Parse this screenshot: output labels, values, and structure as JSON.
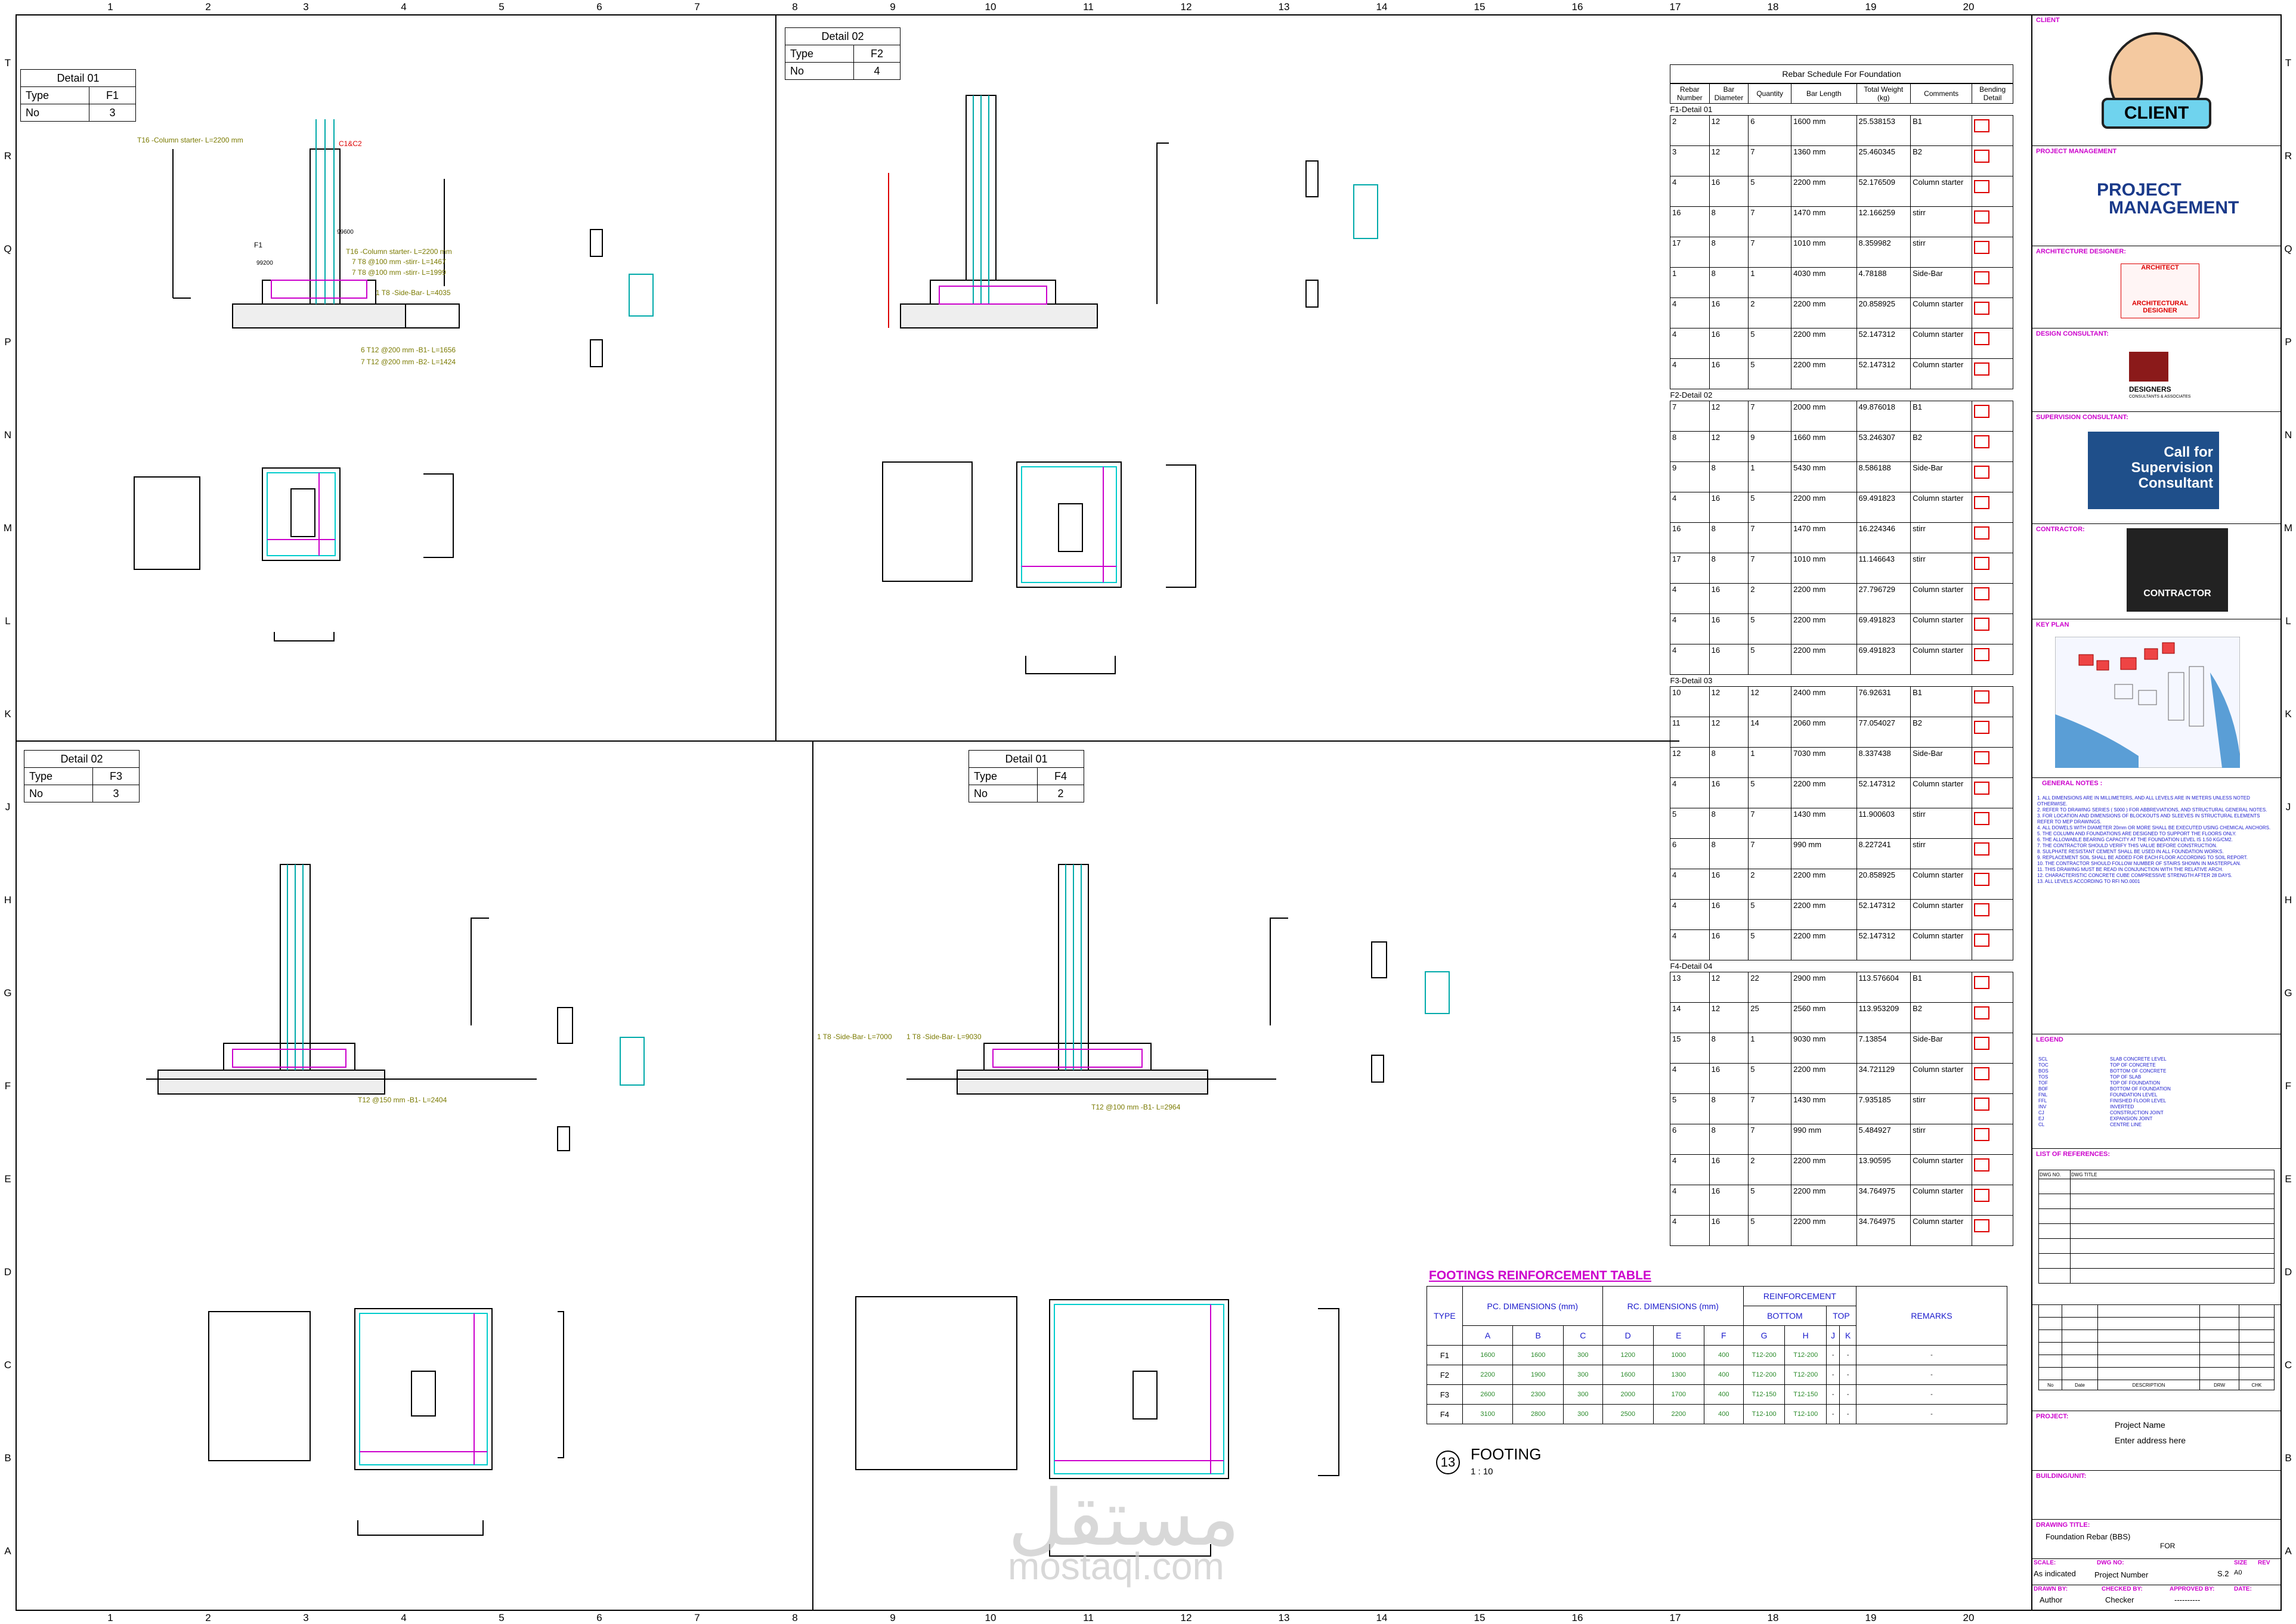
{
  "grid": {
    "columns": [
      "1",
      "2",
      "3",
      "4",
      "5",
      "6",
      "7",
      "8",
      "9",
      "10",
      "11",
      "12",
      "13",
      "14",
      "15",
      "16",
      "17",
      "18",
      "19",
      "20"
    ],
    "rows": [
      "T",
      "R",
      "Q",
      "P",
      "N",
      "M",
      "L",
      "K",
      "J",
      "H",
      "G",
      "F",
      "E",
      "D",
      "C",
      "B",
      "A"
    ]
  },
  "details": [
    {
      "title": "Detail 01",
      "type_label": "Type",
      "type": "F1",
      "no_label": "No",
      "no": "3"
    },
    {
      "title": "Detail 02",
      "type_label": "Type",
      "type": "F2",
      "no_label": "No",
      "no": "4"
    },
    {
      "title": "Detail 02",
      "type_label": "Type",
      "type": "F3",
      "no_label": "No",
      "no": "3"
    },
    {
      "title": "Detail 01",
      "type_label": "Type",
      "type": "F4",
      "no_label": "No",
      "no": "2"
    }
  ],
  "drawing_labels": {
    "column_starter": "T16 -Column starter- L=2200 mm",
    "stirrup_a": "7 T8 @100 mm -stirr- L=1467",
    "stirrup_b": "7 T8 @100 mm -stirr- L=1999",
    "side_bar_f1": "1 T8 -Side-Bar- L=4035",
    "bottom_f1": "6 T12 @200 mm -B1- L=1656",
    "bottom_f1b": "7 T12 @200 mm -B2- L=1424",
    "col_tag": "C1&C2",
    "footing_tag": "F1",
    "level_a": "99600",
    "level_b": "99200",
    "scale_title": "FOOTING",
    "scale_value": "1 : 10",
    "scale_no": "13",
    "side_bar_f3": "1 T8 -Side-Bar- L=7000",
    "side_bar_f4": "1 T8 -Side-Bar- L=9030",
    "bottom_f3": "T12 @150 mm -B1- L=2404",
    "bottom_f4": "T12 @100 mm -B1- L=2964"
  },
  "rebar_schedule": {
    "title": "Rebar Schedule For Foundation",
    "headers": [
      "Rebar Number",
      "Bar Diameter",
      "Quantity",
      "Bar Length",
      "Total Weight (kg)",
      "Comments",
      "Bending Detail"
    ],
    "groups": [
      {
        "name": "F1-Detail 01",
        "rows": [
          [
            "2",
            "12",
            "6",
            "1600 mm",
            "25.538153",
            "B1"
          ],
          [
            "3",
            "12",
            "7",
            "1360 mm",
            "25.460345",
            "B2"
          ],
          [
            "4",
            "16",
            "5",
            "2200 mm",
            "52.176509",
            "Column starter"
          ],
          [
            "16",
            "8",
            "7",
            "1470 mm",
            "12.166259",
            "stirr"
          ],
          [
            "17",
            "8",
            "7",
            "1010 mm",
            "8.359982",
            "stirr"
          ],
          [
            "1",
            "8",
            "1",
            "4030 mm",
            "4.78188",
            "Side-Bar"
          ],
          [
            "4",
            "16",
            "2",
            "2200 mm",
            "20.858925",
            "Column starter"
          ],
          [
            "4",
            "16",
            "5",
            "2200 mm",
            "52.147312",
            "Column starter"
          ],
          [
            "4",
            "16",
            "5",
            "2200 mm",
            "52.147312",
            "Column starter"
          ]
        ]
      },
      {
        "name": "F2-Detail 02",
        "rows": [
          [
            "7",
            "12",
            "7",
            "2000 mm",
            "49.876018",
            "B1"
          ],
          [
            "8",
            "12",
            "9",
            "1660 mm",
            "53.246307",
            "B2"
          ],
          [
            "9",
            "8",
            "1",
            "5430 mm",
            "8.586188",
            "Side-Bar"
          ],
          [
            "4",
            "16",
            "5",
            "2200 mm",
            "69.491823",
            "Column starter"
          ],
          [
            "16",
            "8",
            "7",
            "1470 mm",
            "16.224346",
            "stirr"
          ],
          [
            "17",
            "8",
            "7",
            "1010 mm",
            "11.146643",
            "stirr"
          ],
          [
            "4",
            "16",
            "2",
            "2200 mm",
            "27.796729",
            "Column starter"
          ],
          [
            "4",
            "16",
            "5",
            "2200 mm",
            "69.491823",
            "Column starter"
          ],
          [
            "4",
            "16",
            "5",
            "2200 mm",
            "69.491823",
            "Column starter"
          ]
        ]
      },
      {
        "name": "F3-Detail 03",
        "rows": [
          [
            "10",
            "12",
            "12",
            "2400 mm",
            "76.92631",
            "B1"
          ],
          [
            "11",
            "12",
            "14",
            "2060 mm",
            "77.054027",
            "B2"
          ],
          [
            "12",
            "8",
            "1",
            "7030 mm",
            "8.337438",
            "Side-Bar"
          ],
          [
            "4",
            "16",
            "5",
            "2200 mm",
            "52.147312",
            "Column starter"
          ],
          [
            "5",
            "8",
            "7",
            "1430 mm",
            "11.900603",
            "stirr"
          ],
          [
            "6",
            "8",
            "7",
            "990 mm",
            "8.227241",
            "stirr"
          ],
          [
            "4",
            "16",
            "2",
            "2200 mm",
            "20.858925",
            "Column starter"
          ],
          [
            "4",
            "16",
            "5",
            "2200 mm",
            "52.147312",
            "Column starter"
          ],
          [
            "4",
            "16",
            "5",
            "2200 mm",
            "52.147312",
            "Column starter"
          ]
        ]
      },
      {
        "name": "F4-Detail 04",
        "rows": [
          [
            "13",
            "12",
            "22",
            "2900 mm",
            "113.576604",
            "B1"
          ],
          [
            "14",
            "12",
            "25",
            "2560 mm",
            "113.953209",
            "B2"
          ],
          [
            "15",
            "8",
            "1",
            "9030 mm",
            "7.13854",
            "Side-Bar"
          ],
          [
            "4",
            "16",
            "5",
            "2200 mm",
            "34.721129",
            "Column starter"
          ],
          [
            "5",
            "8",
            "7",
            "1430 mm",
            "7.935185",
            "stirr"
          ],
          [
            "6",
            "8",
            "7",
            "990 mm",
            "5.484927",
            "stirr"
          ],
          [
            "4",
            "16",
            "2",
            "2200 mm",
            "13.90595",
            "Column starter"
          ],
          [
            "4",
            "16",
            "5",
            "2200 mm",
            "34.764975",
            "Column starter"
          ],
          [
            "4",
            "16",
            "5",
            "2200 mm",
            "34.764975",
            "Column starter"
          ]
        ]
      }
    ]
  },
  "footing_table": {
    "title": "FOOTINGS REINFORCEMENT TABLE",
    "type": "TYPE",
    "pc": "PC. DIMENSIONS (mm)",
    "rc": "RC. DIMENSIONS (mm)",
    "reinf": "REINFORCEMENT",
    "bottom": "BOTTOM",
    "top": "TOP",
    "remarks": "REMARKS",
    "cols": [
      "A",
      "B",
      "C",
      "D",
      "E",
      "F",
      "G",
      "H",
      "J",
      "K"
    ],
    "rows": [
      [
        "F1",
        "1600",
        "1600",
        "300",
        "1200",
        "1000",
        "400",
        "T12-200",
        "T12-200",
        "-",
        "-",
        "-"
      ],
      [
        "F2",
        "2200",
        "1900",
        "300",
        "1600",
        "1300",
        "400",
        "T12-200",
        "T12-200",
        "-",
        "-",
        "-"
      ],
      [
        "F3",
        "2600",
        "2300",
        "300",
        "2000",
        "1700",
        "400",
        "T12-150",
        "T12-150",
        "-",
        "-",
        "-"
      ],
      [
        "F4",
        "3100",
        "2800",
        "300",
        "2500",
        "2200",
        "400",
        "T12-100",
        "T12-100",
        "-",
        "-",
        "-"
      ]
    ]
  },
  "title_block": {
    "client": "CLIENT",
    "client_badge": "CLIENT",
    "project_management": "PROJECT MANAGEMENT",
    "pm_logo_a": "PROJECT",
    "pm_logo_b": "MANAGEMENT",
    "architecture_designer": "ARCHITECTURE DESIGNER:",
    "arch_logo_a": "ARCHITECT",
    "arch_logo_b": "ARCHITECTURAL DESIGNER",
    "design_consultant": "DESIGN CONSULTANT:",
    "design_logo": "DESIGNERS",
    "design_logo_b": "CONSULTANTS & ASSOCIATES",
    "supervision_consultant": "SUPERVISION CONSULTANT:",
    "supervision_call_a": "Call for",
    "supervision_call_b": "Supervision",
    "supervision_call_c": "Consultant",
    "contractor": "CONTRACTOR:",
    "contractor_logo": "CONTRACTOR",
    "key_plan": "KEY PLAN",
    "general_notes": "GENERAL NOTES :",
    "notes": [
      "1. ALL DIMENSIONS ARE IN MILLIMETERS, AND ALL LEVELS ARE IN METERS UNLESS NOTED OTHERWISE.",
      "2. REFER TO DRAWING SERIES ( S000 ) FOR ABBREVIATIONS, AND STRUCTURAL GENERAL NOTES.",
      "3. FOR LOCATION AND DIMENSIONS OF BLOCKOUTS AND SLEEVES IN STRUCTURAL ELEMENTS REFER TO MEP DRAWINGS.",
      "4. ALL DOWELS WITH DIAMETER 20mm OR MORE SHALL BE EXECUTED USING CHEMICAL ANCHORS.",
      "5. THE COLUMN AND FOUNDATIONS ARE DESIGNED TO SUPPORT THE FLOORS ONLY.",
      "6. THE ALLOWABLE BEARING CAPACITY AT THE FOUNDATION LEVEL IS 1.50 KG/CM2.",
      "7. THE CONTRACTOR SHOULD VERIFY THIS VALUE BEFORE CONSTRUCTION.",
      "8. SULPHATE RESISTANT CEMENT SHALL BE USED IN ALL FOUNDATION WORKS.",
      "9. REPLACEMENT SOIL SHALL BE ADDED FOR EACH FLOOR ACCORDING TO SOIL REPORT.",
      "10. THE CONTRACTOR SHOULD FOLLOW NUMBER OF STAIRS SHOWN IN MASTERPLAN.",
      "11. THIS DRAWING MUST BE READ IN CONJUNCTION WITH THE RELATIVE ARCH.",
      "12. CHARACTERISTIC CONCRETE CUBE COMPRESSIVE STRENGTH AFTER 28 DAYS.",
      "13. ALL LEVELS ACCORDING TO RFI NO.0001"
    ],
    "legend": "LEGEND",
    "legend_items": [
      [
        "SCL",
        "SLAB CONCRETE LEVEL"
      ],
      [
        "TOC",
        "TOP OF CONCRETE"
      ],
      [
        "BOS",
        "BOTTOM OF CONCRETE"
      ],
      [
        "TOS",
        "TOP OF SLAB"
      ],
      [
        "TOF",
        "TOP OF FOUNDATION"
      ],
      [
        "BOF",
        "BOTTOM OF FOUNDATION"
      ],
      [
        "FNL",
        "FOUNDATION LEVEL"
      ],
      [
        "FFL",
        "FINISHED FLOOR LEVEL"
      ],
      [
        "INV",
        "INVERTED"
      ],
      [
        "CJ",
        "CONSTRUCTION JOINT"
      ],
      [
        "EJ",
        "EXPANSION JOINT"
      ],
      [
        "CL",
        "CENTRE LINE"
      ]
    ],
    "list_of_references": "LIST OF REFERENCES:",
    "dwg_no": "DWG NO.",
    "dwg_title": "DWG TITLE",
    "rev_cols": [
      "No",
      "Date",
      "DESCRIPTION",
      "DRW",
      "CHK"
    ],
    "project": "PROJECT:",
    "project_name": "Project Name",
    "project_address": "Enter address here",
    "building_unit": "BUILDING/UNIT:",
    "drawing_title": "DRAWING TITLE:",
    "drawing_title_value": "Foundation Rebar (BBS)",
    "for": "FOR",
    "scale": "SCALE:",
    "scale_value": "As indicated",
    "dwg_no_label": "DWG NO:",
    "project_number": "Project Number",
    "sheet_number": "S.2",
    "size": "SIZE",
    "size_value": "A0",
    "rev": "REV",
    "drawn_by": "DRAWN BY:",
    "drawn_by_value": "Author",
    "checked_by": "CHECKED BY:",
    "checked_by_value": "Checker",
    "approved_by": "APPROVED BY:",
    "approved_by_value": "----------",
    "date": "DATE:"
  },
  "watermark": {
    "arabic": "مستقل",
    "latin": "mostaql.com"
  },
  "colors": {
    "red": "#dd0000",
    "cyan": "#00cccc",
    "magenta": "#cc00cc",
    "olive": "#7a7a00",
    "blue": "#1a1acc"
  }
}
